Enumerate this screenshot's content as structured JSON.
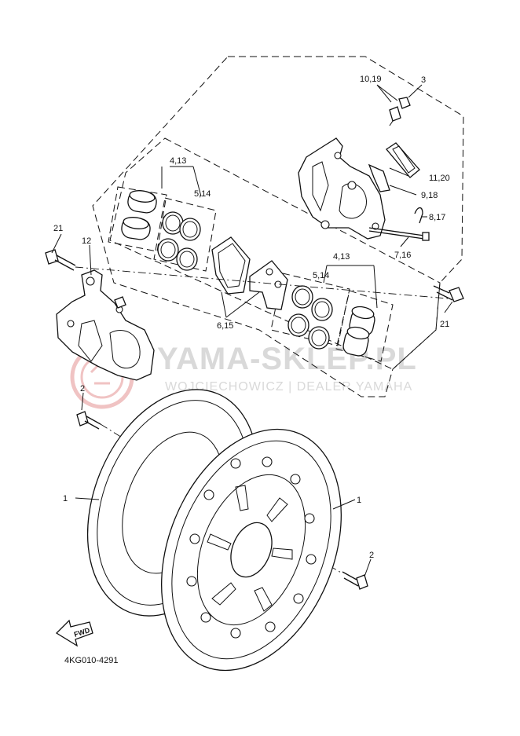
{
  "diagram_id": "4KG010-4291",
  "watermark": {
    "title": "YAMA-SKLEP.PL",
    "subtitle": "WOJCIECHOWICZ | DEALER YAMAHA",
    "brand_color": "#e58a8a"
  },
  "fwd_label": "FWD",
  "callouts": {
    "c1_left": "1",
    "c1_right": "1",
    "c2_top": "2",
    "c2_bottom": "2",
    "c3": "3",
    "c4_13_left": "4,13",
    "c4_13_right": "4,13",
    "c5_14_left": "5,14",
    "c5_14_right": "5,14",
    "c6_15": "6,15",
    "c7_16": "7,16",
    "c8_17": "8,17",
    "c9_18": "9,18",
    "c10_19": "10,19",
    "c11_20": "11,20",
    "c12": "12",
    "c21_left": "21",
    "c21_right": "21"
  }
}
